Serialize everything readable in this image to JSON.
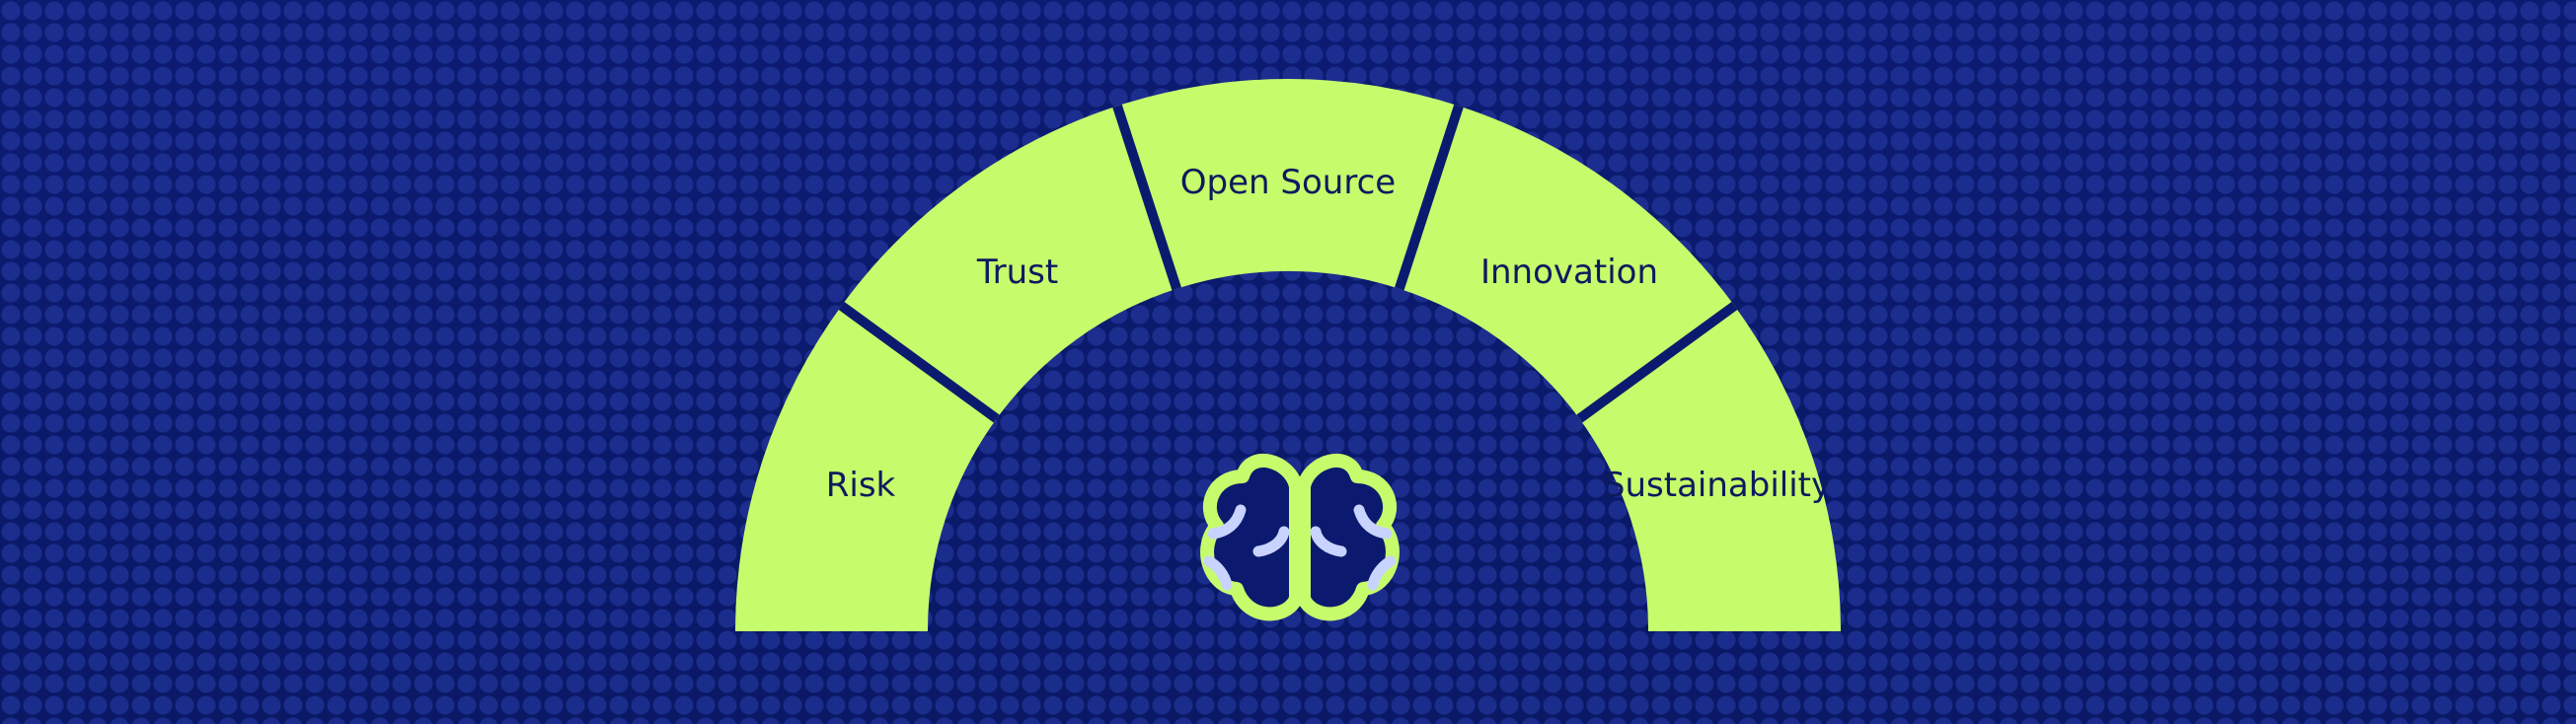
{
  "segments": [
    {
      "label": "Risk"
    },
    {
      "label": "Trust"
    },
    {
      "label": "Open Source"
    },
    {
      "label": "Innovation"
    },
    {
      "label": "Sustainability"
    }
  ],
  "colors": {
    "background": "#0b1a6e",
    "segment_fill": "#c6fb6c",
    "label_text": "#0d1a5e",
    "icon_accent": "#c9d3ff"
  },
  "icon": {
    "name": "brain-icon"
  }
}
